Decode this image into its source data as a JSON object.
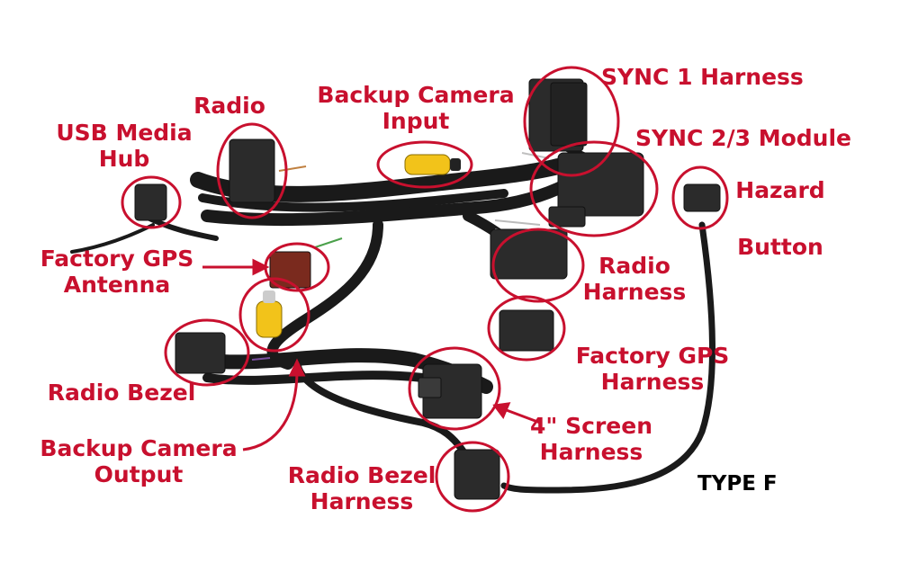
{
  "colors": {
    "annotation": "#c8102e",
    "cable": "#1a1a1a",
    "connector": "#2b2b2b",
    "rca_yellow": "#f2c31a",
    "background": "#ffffff"
  },
  "labels": {
    "usb_media_hub": [
      "USB Media",
      "Hub"
    ],
    "radio": "Radio",
    "backup_camera_input": [
      "Backup Camera",
      "Input"
    ],
    "sync1_harness": "SYNC 1 Harness",
    "sync23_module": "SYNC 2/3 Module",
    "hazard_button": [
      "Hazard",
      "Button"
    ],
    "factory_gps_antenna": [
      "Factory GPS",
      "Antenna"
    ],
    "radio_harness": [
      "Radio",
      "Harness"
    ],
    "factory_gps_harness": [
      "Factory GPS",
      "Harness"
    ],
    "radio_bezel": "Radio Bezel",
    "screen_harness": [
      "4\" Screen",
      "Harness"
    ],
    "backup_camera_output": [
      "Backup Camera",
      "Output"
    ],
    "radio_bezel_harness": [
      "Radio Bezel",
      "Harness"
    ]
  },
  "product_tag": "TYPE F",
  "icons": {
    "harness": "wiring-harness-photo",
    "callout": "red-circle-outline",
    "pointer": "red-arrow"
  }
}
